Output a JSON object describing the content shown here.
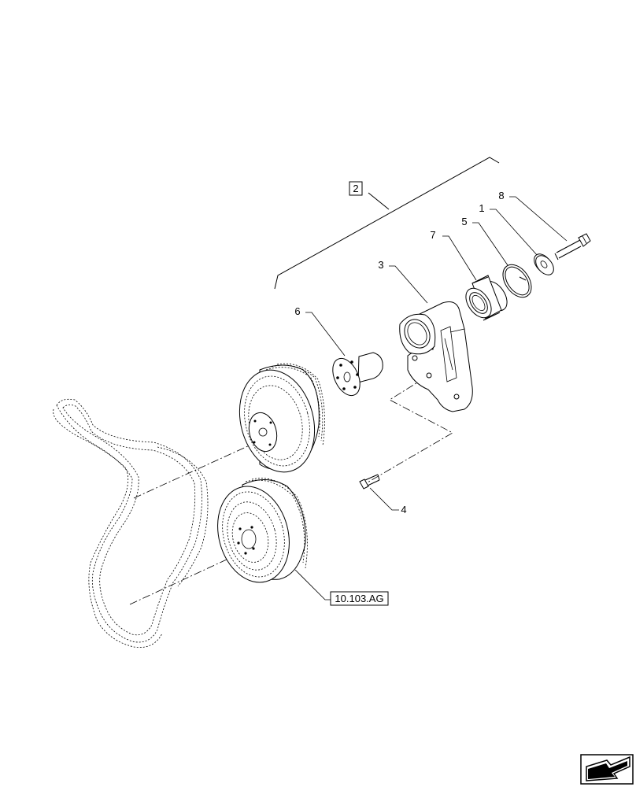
{
  "diagram": {
    "group_callout": "2",
    "reference_callout": "10.103.AG",
    "part_numbers": {
      "bolt": "8",
      "washer": "1",
      "snap_ring": "5",
      "bearing": "7",
      "tensioner_bracket": "3",
      "hub": "6",
      "screw": "4"
    },
    "nav_icon": "previous-arrow-icon"
  }
}
